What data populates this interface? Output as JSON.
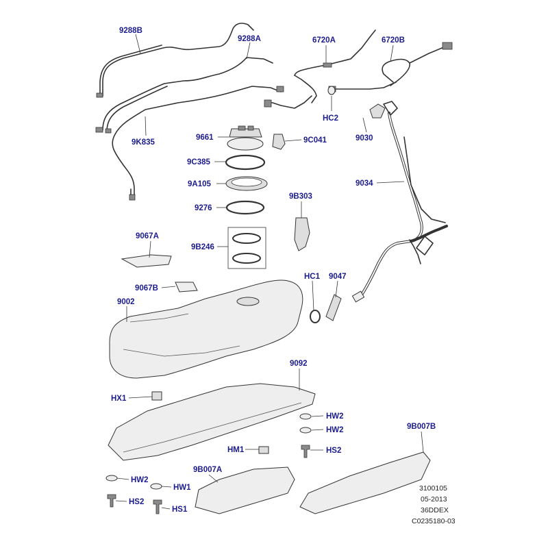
{
  "labels": {
    "l9288B": "9288B",
    "l9288A": "9288A",
    "l6720A": "6720A",
    "l6720B": "6720B",
    "lHC2": "HC2",
    "l9030": "9030",
    "l9661": "9661",
    "l9C041": "9C041",
    "l9K835": "9K835",
    "l9C385": "9C385",
    "l9A105": "9A105",
    "l9276": "9276",
    "l9034": "9034",
    "l9B303": "9B303",
    "l9067A": "9067A",
    "l9B246": "9B246",
    "l9067B": "9067B",
    "lHC1": "HC1",
    "l9047": "9047",
    "l9002": "9002",
    "l9092": "9092",
    "lHX1": "HX1",
    "lHW2a": "HW2",
    "lHW2b": "HW2",
    "lHS2a": "HS2",
    "lHM1": "HM1",
    "l9B007A": "9B007A",
    "l9B007B": "9B007B",
    "lHW2c": "HW2",
    "lHW1": "HW1",
    "lHS2b": "HS2",
    "lHS1": "HS1"
  },
  "reference": {
    "line1": "3100105",
    "line2": "05-2013",
    "line3": "36DDEX",
    "line4": "C0235180-03"
  }
}
